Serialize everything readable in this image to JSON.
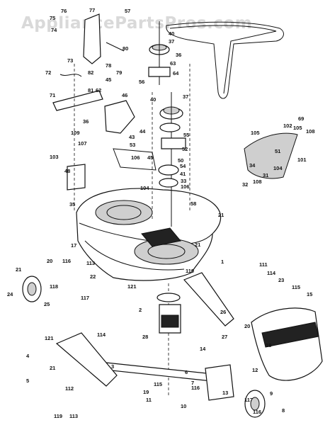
{
  "watermark": "AppliancePartsPros.com",
  "part_labels": [
    "76",
    "77",
    "57",
    "75",
    "74",
    "40",
    "37",
    "36",
    "80",
    "73",
    "78",
    "79",
    "63",
    "64",
    "82",
    "45",
    "72",
    "81",
    "62",
    "56",
    "71",
    "46",
    "40",
    "37",
    "36",
    "44",
    "55",
    "69",
    "105",
    "105",
    "102",
    "108",
    "109",
    "107",
    "43",
    "53",
    "52",
    "51",
    "34",
    "104",
    "101",
    "103",
    "106",
    "45",
    "50",
    "48",
    "54",
    "41",
    "33",
    "32",
    "31",
    "108",
    "104",
    "106",
    "58",
    "35",
    "21",
    "17",
    "21",
    "1",
    "21",
    "20",
    "116",
    "113",
    "111",
    "114",
    "22",
    "23",
    "115",
    "24",
    "25",
    "117",
    "118",
    "121",
    "119",
    "2",
    "26",
    "15",
    "20",
    "27",
    "28",
    "18",
    "14",
    "121",
    "114",
    "3",
    "4",
    "21",
    "5",
    "6",
    "7",
    "13",
    "12",
    "116",
    "112",
    "115",
    "19",
    "11",
    "10",
    "9",
    "8",
    "117",
    "116",
    "119",
    "113"
  ]
}
